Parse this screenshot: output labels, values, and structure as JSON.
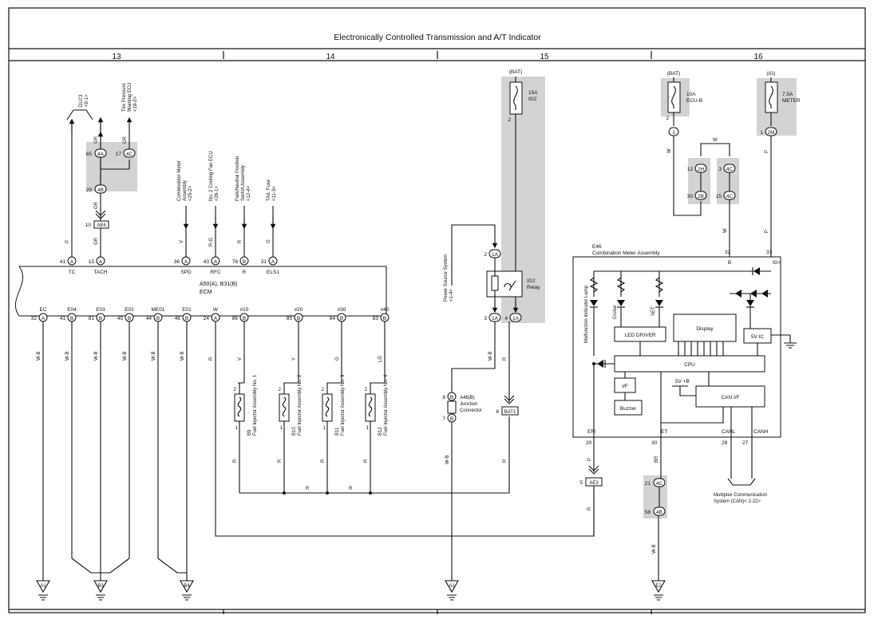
{
  "title": "Electronically Controlled Transmission and A/T Indicator",
  "sections": [
    "13",
    "14",
    "15",
    "16"
  ],
  "ecm": {
    "name_line1": "A50(A), B31(B)",
    "name_line2": "ECM",
    "top_pins": [
      {
        "num": "41",
        "conn": "A",
        "label": "TC"
      },
      {
        "num": "15",
        "conn": "A",
        "label": "TACH"
      },
      {
        "num": "36",
        "conn": "A",
        "label": "SPD"
      },
      {
        "num": "43",
        "conn": "A",
        "label": "RFC"
      },
      {
        "num": "76",
        "conn": "B",
        "label": "R"
      },
      {
        "num": "31",
        "conn": "A",
        "label": "ELS1"
      }
    ],
    "bottom_pins": [
      {
        "num": "32",
        "conn": "A",
        "label": "EC"
      },
      {
        "num": "41",
        "conn": "B",
        "label": "E04"
      },
      {
        "num": "81",
        "conn": "B",
        "label": "E03"
      },
      {
        "num": "45",
        "conn": "B",
        "label": "E02"
      },
      {
        "num": "44",
        "conn": "B",
        "label": "ME01"
      },
      {
        "num": "46",
        "conn": "B",
        "label": "E01"
      },
      {
        "num": "24",
        "conn": "A",
        "label": "W"
      },
      {
        "num": "86",
        "conn": "B",
        "label": "#10"
      },
      {
        "num": "85",
        "conn": "B",
        "label": "#20"
      },
      {
        "num": "84",
        "conn": "B",
        "label": "#30"
      },
      {
        "num": "83",
        "conn": "B",
        "label": "#40"
      }
    ]
  },
  "top_destinations": [
    {
      "lines": [
        "DLC3",
        "<9-1>"
      ]
    },
    {
      "lines": [
        "Tire Pressure",
        "Warning ECU",
        "<18-2>"
      ]
    },
    {
      "lines": [
        "Combination Meter",
        "Assembly",
        "<25-2>"
      ]
    },
    {
      "lines": [
        "No. 2 Cooling Fan ECU",
        "<26-1>"
      ]
    },
    {
      "lines": [
        "Park/Neutral Position",
        "Switch Assembly",
        "<12-4>"
      ]
    },
    {
      "lines": [
        "TAIL Fuse",
        "<11-3>"
      ]
    }
  ],
  "wire_colors": {
    "gr": "GR",
    "p": "P",
    "v": "V",
    "rg": "R-G",
    "r": "R",
    "g": "G",
    "wb": "W-B",
    "y": "Y",
    "lg": "LG",
    "w": "W",
    "br": "BR"
  },
  "junctions": {
    "j65": "65",
    "c4a": "4A",
    "j17": "17",
    "c4c": "4C",
    "j29": "29",
    "c4b": "4B",
    "j10": "10",
    "ae6": "AE6",
    "j12": "12",
    "c2h": "2H",
    "j30": "30",
    "c2b": "2B",
    "j3": "3",
    "j15": "15",
    "j1": "1",
    "c2m": "2M",
    "j2": "2",
    "c1": "1",
    "j8": "8",
    "bat1": "BAT1",
    "j5": "5",
    "ae3": "AE3",
    "j21": "21",
    "j58": "58",
    "c1a": "1A",
    "j2r": "2",
    "j3r": "3",
    "j4r": "4",
    "b": "B",
    "j8b": "8",
    "j7b": "7"
  },
  "fuses": {
    "ig2": {
      "src": "(BAT)",
      "line1": "15A",
      "line2": "IG2",
      "pin": "2"
    },
    "ecub": {
      "src": "(BAT)",
      "line1": "10A",
      "line2": "ECU-B"
    },
    "meter": {
      "src": "(IG)",
      "line1": "7.5A",
      "line2": "METER"
    }
  },
  "relay": {
    "line1": "IG2",
    "line2": "Relay"
  },
  "power_source": {
    "line1": "Power Source System",
    "line2": "<1-4>"
  },
  "junction_connector": {
    "line1": "A46(B)",
    "line2": "Junction",
    "line3": "Connector"
  },
  "injectors": [
    {
      "code": "B9",
      "name": "Fuel Injector Assembly No. 1"
    },
    {
      "code": "B10",
      "name": "Fuel Injector Assembly No. 2"
    },
    {
      "code": "B11",
      "name": "Fuel Injector Assembly No. 3"
    },
    {
      "code": "B12",
      "name": "Fuel Injector Assembly No. 4"
    }
  ],
  "injector_pins": {
    "top": "2",
    "bottom": "1"
  },
  "meter": {
    "code": "E46",
    "name": "Combination Meter Assembly",
    "pins": {
      "p32": "32",
      "p33": "33",
      "p20": "20",
      "p30": "30",
      "p28": "28",
      "p27": "27"
    },
    "labels": {
      "b": "B",
      "igplus": "IG+",
      "efi": "EFI",
      "et": "ET",
      "canl": "CANL",
      "canh": "CANH",
      "mil": "Malfunction Indicator Lamp",
      "cruise": "Cruise",
      "set": "SET",
      "led_driver": "LED DRIVER",
      "display": "Display",
      "vic": "5V IC",
      "cpu": "CPU",
      "if": "I/F",
      "buzzer": "Buzzer",
      "can_if": "CAN I/F",
      "vb": "5V +B"
    }
  },
  "multiplex": {
    "line1": "Multiplex Communication",
    "line2": "System (CAN)< 2-22>"
  },
  "grounds": {
    "a1_left": "A1",
    "b3": "B3",
    "b4": "B4",
    "a1_mid": "A1",
    "e2": "E2"
  }
}
